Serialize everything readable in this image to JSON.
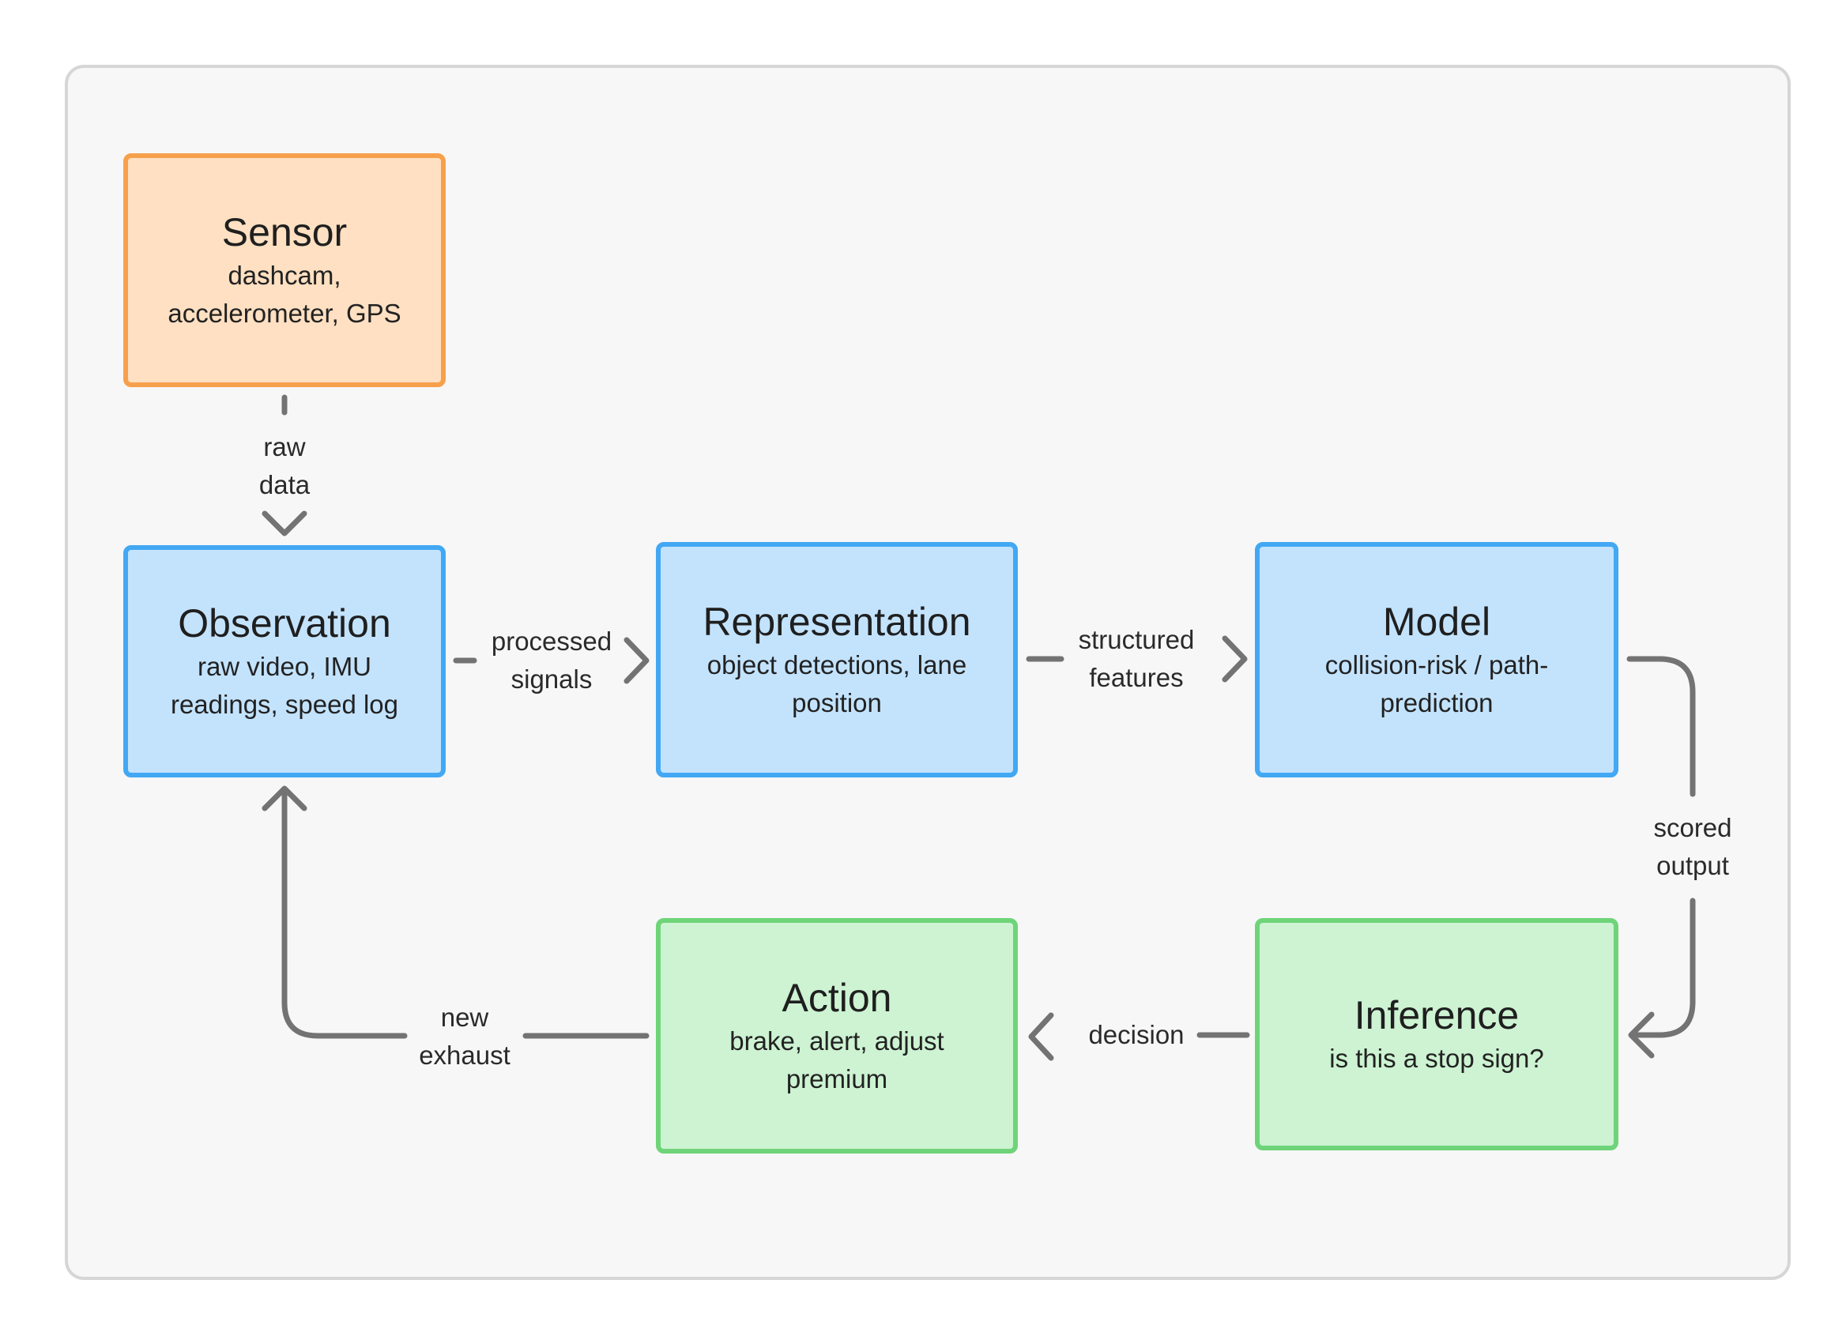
{
  "nodes": {
    "sensor": {
      "title": "Sensor",
      "subtitle": "dashcam,\naccelerometer, GPS"
    },
    "observation": {
      "title": "Observation",
      "subtitle": "raw video, IMU\nreadings, speed log"
    },
    "representation": {
      "title": "Representation",
      "subtitle": "object detections, lane\nposition"
    },
    "model": {
      "title": "Model",
      "subtitle": "collision-risk / path-\nprediction"
    },
    "inference": {
      "title": "Inference",
      "subtitle": "is this a stop sign?"
    },
    "action": {
      "title": "Action",
      "subtitle": "brake, alert, adjust\npremium"
    }
  },
  "edges": {
    "raw_data": "raw\ndata",
    "processed_signals": "processed\nsignals",
    "structured_features": "structured\nfeatures",
    "scored_output": "scored\noutput",
    "decision": "decision",
    "new_exhaust": "new\nexhaust"
  },
  "colors": {
    "orange_fill": "#ffe0c2",
    "orange_border": "#f7a04b",
    "blue_fill": "#c3e3fd",
    "blue_border": "#43a8f3",
    "green_fill": "#cdf3d2",
    "green_border": "#6fd479",
    "connector": "#737373"
  }
}
